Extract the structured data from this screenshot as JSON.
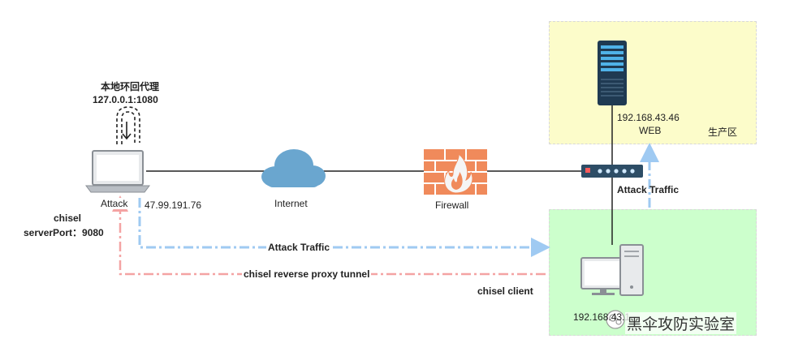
{
  "labels": {
    "loopback_title": "本地环回代理",
    "loopback_addr": "127.0.0.1:1080",
    "attack_host": "Attack",
    "attack_ip": "47.99.191.76",
    "chisel": "chisel",
    "server_port": "serverPort：9080",
    "internet": "Internet",
    "firewall": "Firewall",
    "attack_traffic_top": "Attack Traffic",
    "attack_traffic_bottom": "Attack Traffic",
    "reverse_tunnel": "chisel reverse proxy tunnel",
    "chisel_client": "chisel client",
    "web_ip": "192.168.43.46",
    "web": "WEB",
    "prod_zone": "生产区",
    "client_ip": "192.168.43.1",
    "watermark": "黑伞攻防实验室"
  },
  "colors": {
    "attack_traffic": "#9fcaf2",
    "tunnel": "#f4a3a3",
    "prod_zone": "#fcfcca",
    "client_zone": "#ccffcc",
    "cloud": "#6aa6cf",
    "firewall": "#f08a5b",
    "server": "#1f3a52"
  }
}
